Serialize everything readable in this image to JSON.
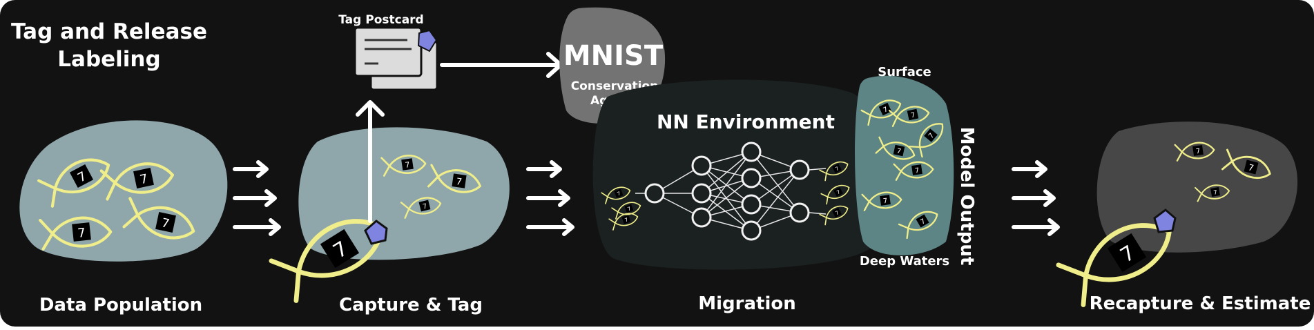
{
  "title_line1": "Tag and Release",
  "title_line2": "Labeling",
  "stages": {
    "population": "Data Population",
    "capture": "Capture & Tag",
    "migration": "Migration",
    "recapture": "Recapture & Estimate"
  },
  "postcard_label": "Tag Postcard",
  "agency": {
    "name": "MNIST",
    "line1": "Conservation",
    "line2": "Agency"
  },
  "environment_label": "NN Environment",
  "output_panel": {
    "top": "Surface",
    "bottom": "Deep Waters",
    "side": "Model Output"
  },
  "colors": {
    "background": "#121212",
    "pond": "#8fa6ab",
    "fish": "#f0ee8a",
    "tag": "#7f84e0",
    "agency": "#737373"
  }
}
